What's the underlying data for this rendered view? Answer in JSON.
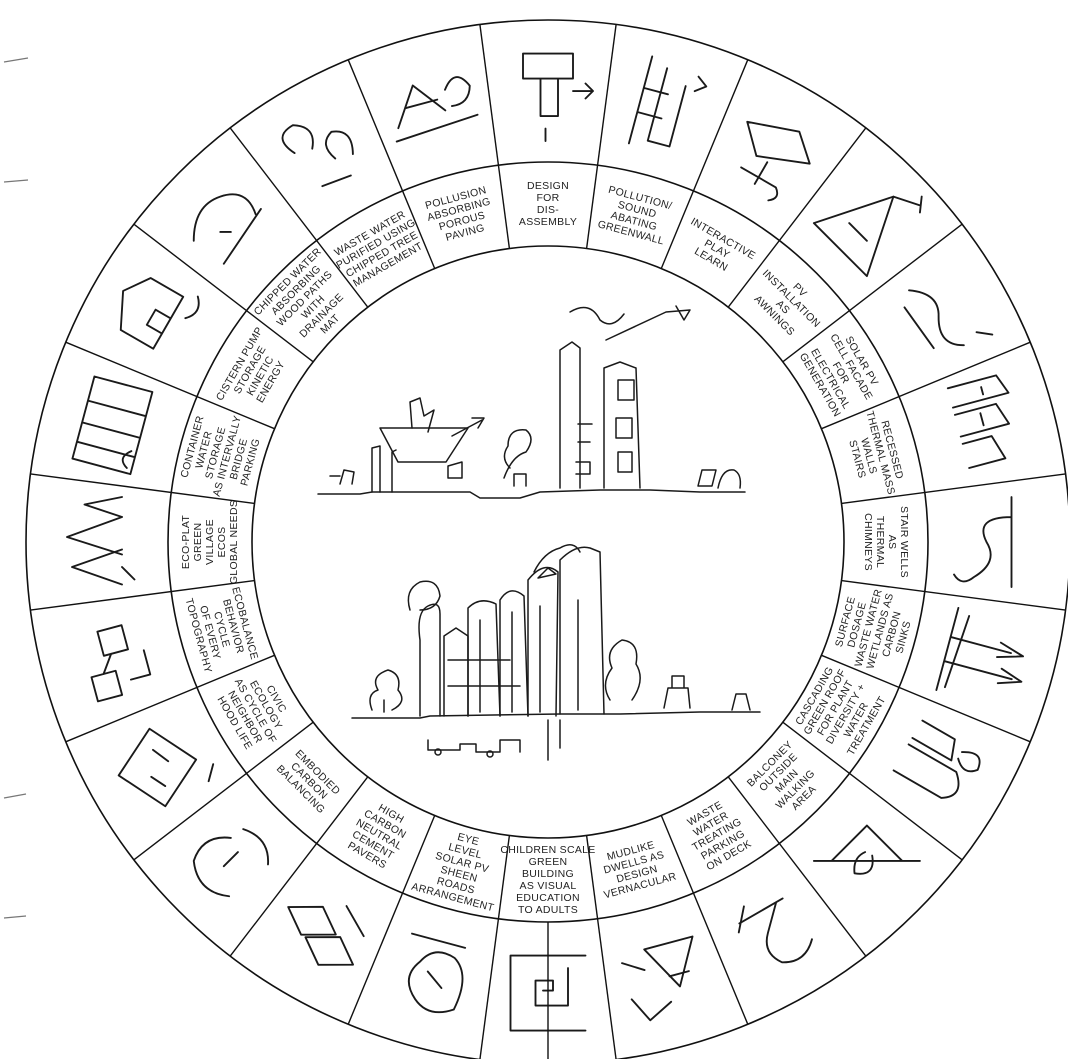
{
  "diagram": {
    "segments": [
      {
        "lines": [
          "POLLUSION",
          "ABSORBING",
          "POROUS",
          "PAVING"
        ],
        "icon": "porous-paving-sketch"
      },
      {
        "lines": [
          "DESIGN",
          "FOR",
          "DIS-",
          "ASSEMBLY"
        ],
        "icon": "disassembly-sketch"
      },
      {
        "lines": [
          "POLLUTION/",
          "SOUND",
          "ABATING",
          "GREENWALL"
        ],
        "icon": "greenwall-sketch"
      },
      {
        "lines": [
          "INTERACTIVE",
          "PLAY",
          "LEARN"
        ],
        "icon": "play-learn-sketch"
      },
      {
        "lines": [
          "PV",
          "INSTALLATION",
          "AS",
          "AWNINGS"
        ],
        "icon": "pv-awning-sketch"
      },
      {
        "lines": [
          "SOLAR PV",
          "CELL FACADE",
          "FOR",
          "ELECTRICAL",
          "GENERATION"
        ],
        "icon": "solar-facade-sketch"
      },
      {
        "lines": [
          "RECESSED",
          "THERMAL MASS",
          "WALLS",
          "STAIRS"
        ],
        "icon": "thermal-mass-sketch"
      },
      {
        "lines": [
          "STAIR WELLS",
          "AS",
          "THERMAL",
          "CHIMNEYS"
        ],
        "icon": "stair-chimney-sketch"
      },
      {
        "lines": [
          "SURFACE",
          "DOSAGE",
          "WASTE WATER",
          "WETLANDS AS",
          "CARBON",
          "SINKS"
        ],
        "icon": "wetland-sketch"
      },
      {
        "lines": [
          "CASCADING",
          "GREEN ROOF",
          "FOR PLANT",
          "DIVERSITY +",
          "WATER",
          "TREATMENT"
        ],
        "icon": "green-roof-sketch"
      },
      {
        "lines": [
          "BALCONEY",
          "OUTSIDE",
          "MAIN",
          "WALKING",
          "AREA"
        ],
        "icon": "balcony-sketch"
      },
      {
        "lines": [
          "WASTE",
          "WATER",
          "TREATING",
          "PARKING",
          "ON DECK"
        ],
        "icon": "parking-deck-sketch"
      },
      {
        "lines": [
          "MUDLIKE",
          "DWELLS AS",
          "DESIGN",
          "VERNACULAR"
        ],
        "icon": "vernacular-sketch"
      },
      {
        "lines": [
          "CHILDREN SCALE",
          "GREEN",
          "BUILDING",
          "AS VISUAL",
          "EDUCATION",
          "TO ADULTS"
        ],
        "icon": "children-scale-sketch"
      },
      {
        "lines": [
          "EYE",
          "LEVEL",
          "SOLAR PV",
          "SHEEN",
          "ROADS",
          "ARRANGEMENT"
        ],
        "icon": "solar-road-sketch"
      },
      {
        "lines": [
          "HIGH",
          "CARBON",
          "NEUTRAL",
          "CEMENT",
          "PAVERS"
        ],
        "icon": "pavers-sketch"
      },
      {
        "lines": [
          "EMBODIED",
          "CARBON",
          "BALANCING"
        ],
        "icon": "carbon-balance-sketch"
      },
      {
        "lines": [
          "CIVIC",
          "ECOLOGY",
          "AS CYCLE OF",
          "NEIGHBOR",
          "HOOD LIFE"
        ],
        "icon": "civic-ecology-sketch"
      },
      {
        "lines": [
          "ECOBALANCE",
          "BEHAVIOR",
          "CYCLE",
          "OF EVERY",
          "TOPOGRAPHY"
        ],
        "icon": "ecobalance-sketch"
      },
      {
        "lines": [
          "ECO-PLAT",
          "GREEN",
          "VILLAGE",
          "ECOS",
          "GLOBAL NEEDS"
        ],
        "icon": "eco-village-sketch"
      },
      {
        "lines": [
          "CONTAINER",
          "WATER",
          "STORAGE",
          "AS INTERVALLY",
          "BRIDGE",
          "PARKING"
        ],
        "icon": "container-storage-sketch"
      },
      {
        "lines": [
          "CISTERN PUMP",
          "STORAGE",
          "KINETIC",
          "ENERGY"
        ],
        "icon": "cistern-pump-sketch"
      },
      {
        "lines": [
          "CHIPPED WATER",
          "ABSORBING",
          "WOOD PATHS",
          "WITH",
          "DRAINAGE",
          "MAT"
        ],
        "icon": "wood-path-sketch"
      },
      {
        "lines": [
          "WASTE WATER",
          "PURIFIED USING",
          "CHIPPED TREE",
          "MANAGEMENT"
        ],
        "icon": "tree-purify-sketch"
      }
    ]
  }
}
